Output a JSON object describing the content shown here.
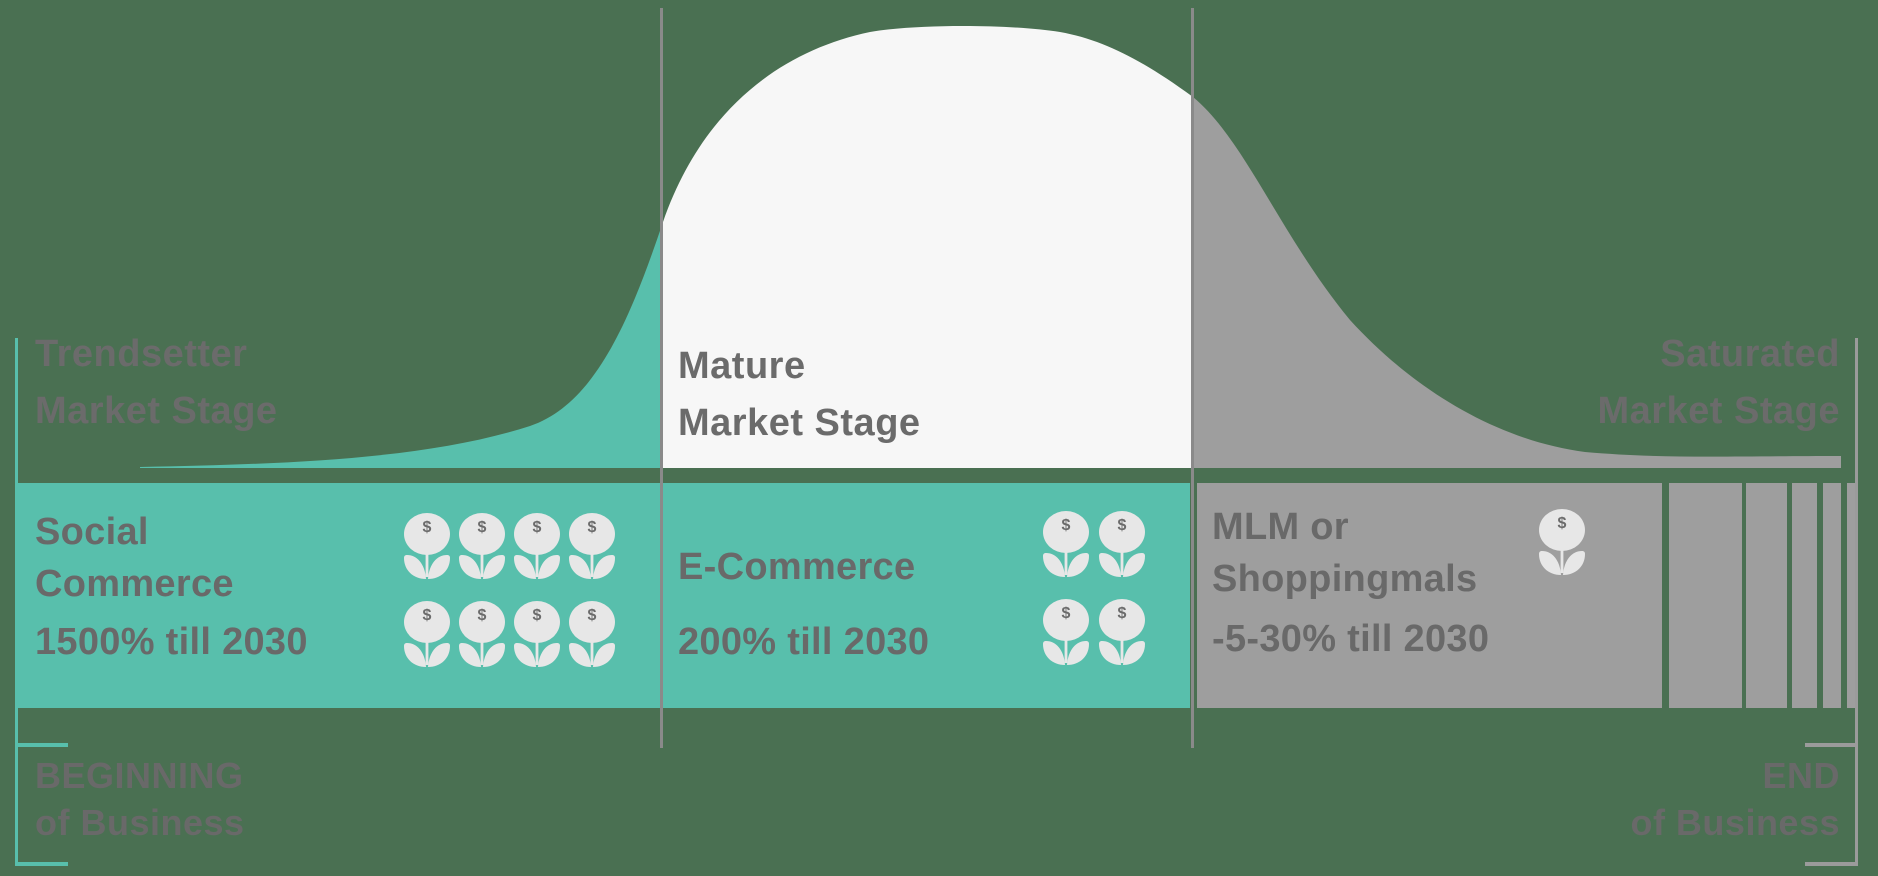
{
  "colors": {
    "background": "#4a7052",
    "teal": "#58bfac",
    "gray": "#9e9e9e",
    "light_icon": "#e7e7e7",
    "curve_white": "#f7f7f7",
    "text_gray": "#6b6b6b",
    "divider_gray": "#8a8a8a"
  },
  "stages": [
    {
      "title1": "Trendsetter",
      "title2": "Market Stage",
      "band1": "Social",
      "band2": "Commerce",
      "growth": "1500% till 2030",
      "flowers": 8
    },
    {
      "title1": "Mature",
      "title2": "Market Stage",
      "band1": "E-Commerce",
      "band2": "",
      "growth": "200% till 2030",
      "flowers": 4
    },
    {
      "title1": "Saturated",
      "title2": "Market Stage",
      "band1": "MLM or",
      "band2": "Shoppingmals",
      "growth": "-5-30% till 2030",
      "flowers": 1
    }
  ],
  "timeline": {
    "begin1": "BEGINNING",
    "begin2": "of Business",
    "end1": "END",
    "end2": "of Business"
  },
  "flower_icon": {
    "symbol": "$"
  }
}
